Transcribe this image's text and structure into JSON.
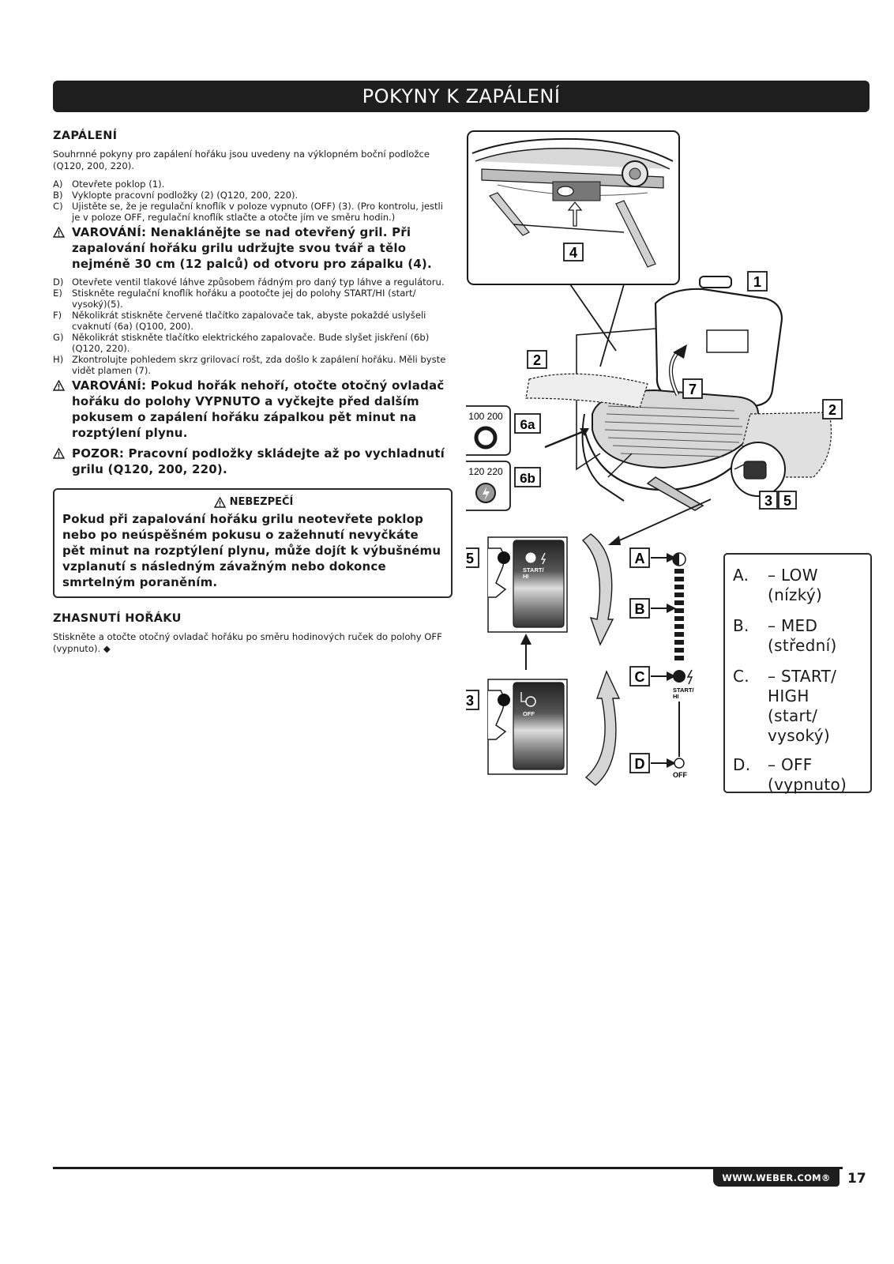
{
  "title": "POKYNY K ZAPÁLENÍ",
  "section1": {
    "heading": "ZAPÁLENÍ",
    "intro": "Souhrnné pokyny pro zapálení hořáku jsou uvedeny na výklopném boční podložce (Q120, 200, 220).",
    "steps_a": [
      {
        "letter": "A)",
        "text": "Otevřete poklop (1)."
      },
      {
        "letter": "B)",
        "text": "Vyklopte pracovní podložky (2) (Q120, 200, 220)."
      },
      {
        "letter": "C)",
        "text": "Ujistěte se, že je regulační knoflík v poloze vypnuto (OFF) (3). (Pro kontrolu, jestli je v poloze OFF, regulační knoflík stlačte a otočte jím ve směru hodin.)"
      }
    ],
    "warning1": "VAROVÁNÍ: Nenaklánějte se nad otevřený gril. Při zapalování hořáku grilu udržujte svou tvář a tělo nejméně 30 cm (12 palců) od otvoru pro zápalku (4).",
    "steps_b": [
      {
        "letter": "D)",
        "text": "Otevřete ventil tlakové láhve způsobem řádným pro daný typ láhve a regulátoru."
      },
      {
        "letter": "E)",
        "text": "Stiskněte regulační knoflík hořáku a pootočte jej do polohy START/HI (start/ vysoký)(5)."
      },
      {
        "letter": "F)",
        "text": "Několikrát stiskněte červené tlačítko zapalovače tak, abyste pokaždé uslyšeli cvaknutí (6a) (Q100, 200)."
      },
      {
        "letter": "G)",
        "text": "Několikrát stiskněte tlačítko elektrického zapalovače. Bude slyšet jiskření (6b) (Q120, 220)."
      },
      {
        "letter": "H)",
        "text": "Zkontrolujte pohledem skrz grilovací rošt, zda došlo k zapálení hořáku. Měli byste vidět plamen (7)."
      }
    ],
    "warning2": "VAROVÁNÍ: Pokud hořák nehoří, otočte otočný ovladač hořáku do polohy VYPNUTO a vyčkejte před dalším pokusem o zapálení hořáku zápalkou pět minut na rozptýlení plynu.",
    "caution": "POZOR: Pracovní podložky skládejte až po vychladnutí grilu (Q120, 200, 220)."
  },
  "danger": {
    "heading": "NEBEZPEČÍ",
    "body": "Pokud při zapalování hořáku grilu neotevřete poklop nebo po neúspěšném pokusu o zažehnutí nevyčkáte pět minut na rozptýlení plynu, může dojít k výbušnému vzplanutí s následným závažným nebo dokonce smrtelným poraněním."
  },
  "section2": {
    "heading": "ZHASNUTÍ HOŘÁKU",
    "text": "Stiskněte a otočte otočný ovladač hořáku po směru hodinových ruček do polohy OFF (vypnuto). ◆"
  },
  "diagram": {
    "callout_1": "1",
    "callout_2": "2",
    "callout_4": "4",
    "callout_7": "7",
    "callout_3": "3",
    "callout_5": "5",
    "callout_6a": "6a",
    "callout_6b": "6b",
    "models_6a": "100 200",
    "models_6b": "120 220",
    "knob_start": "START/",
    "knob_hi": "HI",
    "knob_off": "OFF",
    "scale_a": "A",
    "scale_b": "B",
    "scale_c": "C",
    "scale_d": "D"
  },
  "legend": {
    "a": {
      "letter": "A.",
      "line1": "– LOW",
      "line2": "(nízký)"
    },
    "b": {
      "letter": "B.",
      "line1": "– MED",
      "line2": "(střední)"
    },
    "c": {
      "letter": "C.",
      "line1": "– START/",
      "line2": "HIGH",
      "line3": "(start/",
      "line4": "vysoký)"
    },
    "d": {
      "letter": "D.",
      "line1": "– OFF",
      "line2": "(vypnuto)"
    }
  },
  "footer": {
    "url": "WWW.WEBER.COM®",
    "page": "17"
  }
}
